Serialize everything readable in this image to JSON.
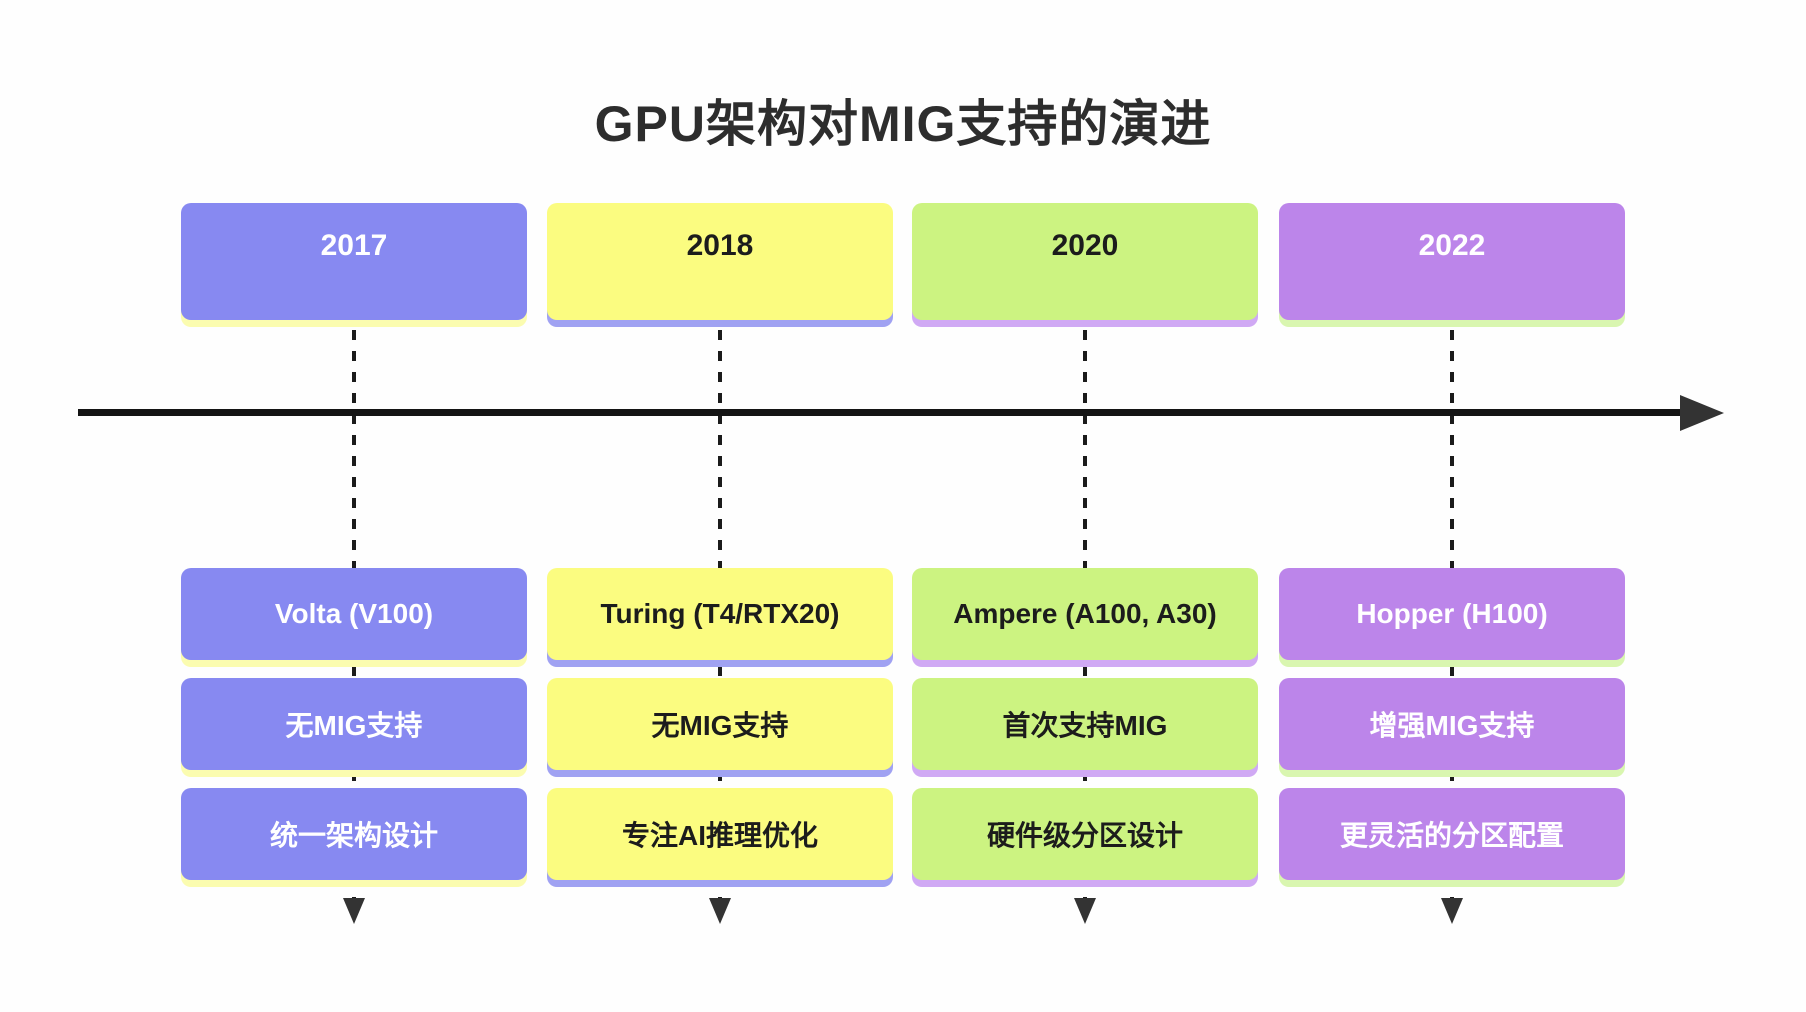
{
  "title": "GPU架构对MIG支持的演进",
  "columns": [
    {
      "year": "2017",
      "architecture": "Volta (V100)",
      "mig_support": "无MIG支持",
      "design": "统一架构设计",
      "theme": "blue"
    },
    {
      "year": "2018",
      "architecture": "Turing (T4/RTX20)",
      "mig_support": "无MIG支持",
      "design": "专注AI推理优化",
      "theme": "yellow"
    },
    {
      "year": "2020",
      "architecture": "Ampere (A100, A30)",
      "mig_support": "首次支持MIG",
      "design": "硬件级分区设计",
      "theme": "green"
    },
    {
      "year": "2022",
      "architecture": "Hopper (H100)",
      "mig_support": "增强MIG支持",
      "design": "更灵活的分区配置",
      "theme": "purple"
    }
  ],
  "colors": {
    "background": "#fefefe",
    "title_text": "#2d2d2d",
    "axis": "#141414",
    "arrowhead": "#333333",
    "dashed_line": "#1b1b1b",
    "box_blue": "#8789f1",
    "box_blue_shadow": "#fbfcb0",
    "box_yellow": "#fbfc80",
    "box_yellow_shadow": "#a0a2f2",
    "box_green": "#ccf381",
    "box_green_shadow": "#d0a9f4",
    "box_purple": "#bc85ea",
    "box_purple_shadow": "#d9f6b0",
    "text_on_dark": "#ffffff",
    "text_on_light": "#1c1c1c"
  },
  "icons": {
    "timeline_arrowhead": "right-arrow",
    "column_pointer": "down-arrow"
  }
}
